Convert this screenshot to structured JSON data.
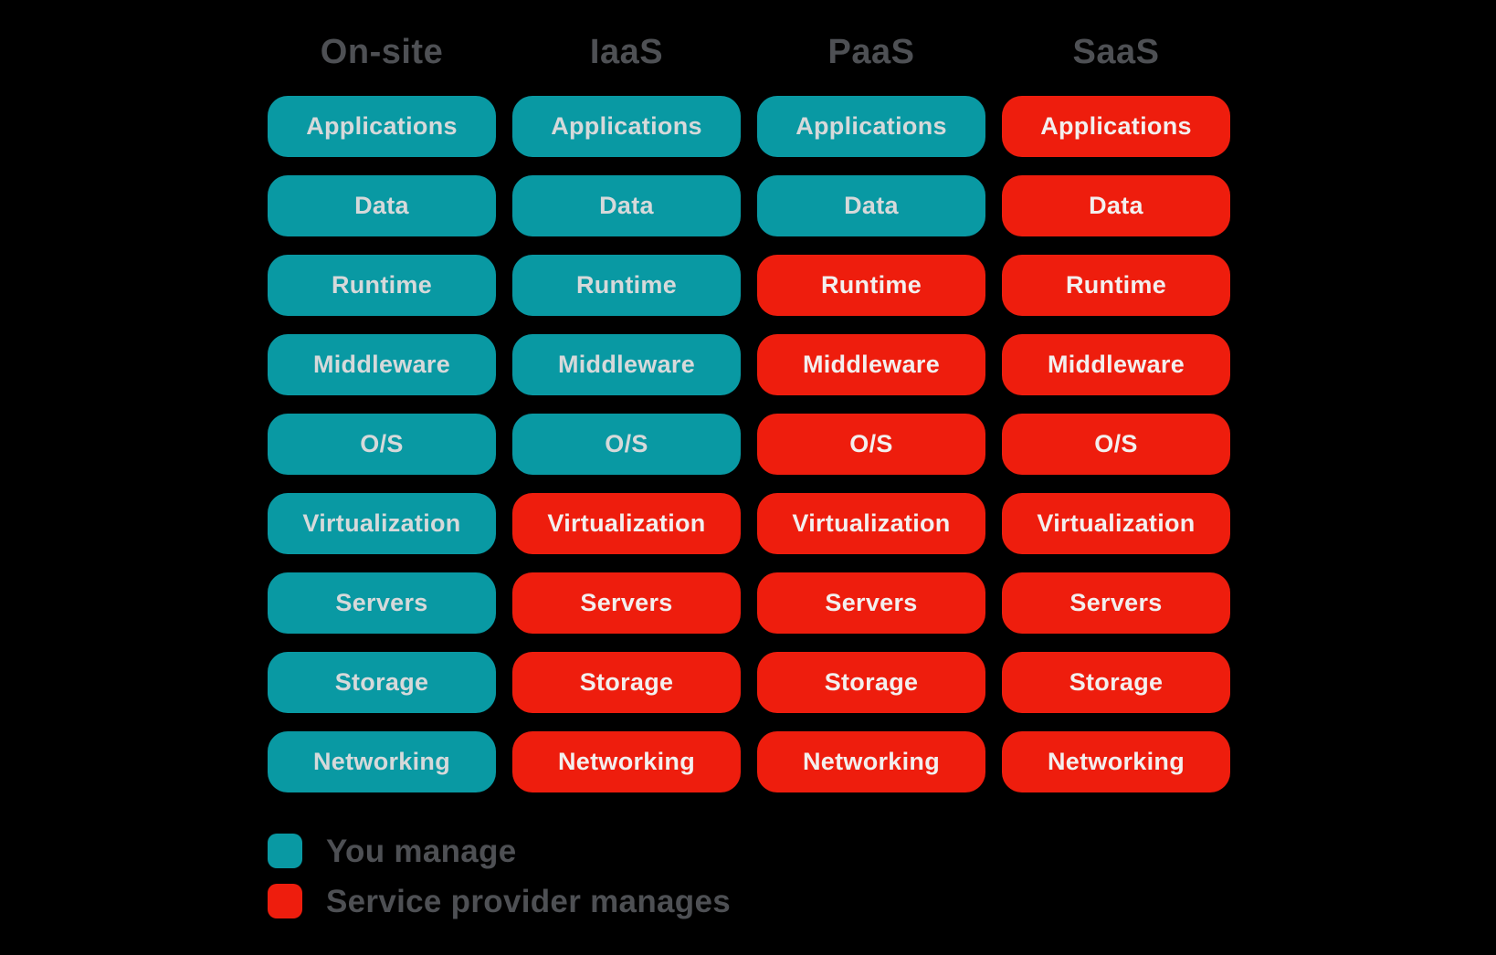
{
  "colors": {
    "background": "#000000",
    "teal": "#0999a3",
    "red": "#ee1d0d",
    "header_text": "#4e5054",
    "pill_text_you": "#d6d9da",
    "pill_text_provider": "#f3efee"
  },
  "legend": {
    "items": [
      {
        "label": "You manage",
        "manager": "you"
      },
      {
        "label": "Service provider manages",
        "manager": "provider"
      }
    ]
  },
  "columns": [
    {
      "label": "On-site",
      "cells": [
        {
          "label": "Applications",
          "manager": "you"
        },
        {
          "label": "Data",
          "manager": "you"
        },
        {
          "label": "Runtime",
          "manager": "you"
        },
        {
          "label": "Middleware",
          "manager": "you"
        },
        {
          "label": "O/S",
          "manager": "you"
        },
        {
          "label": "Virtualization",
          "manager": "you"
        },
        {
          "label": "Servers",
          "manager": "you"
        },
        {
          "label": "Storage",
          "manager": "you"
        },
        {
          "label": "Networking",
          "manager": "you"
        }
      ]
    },
    {
      "label": "IaaS",
      "cells": [
        {
          "label": "Applications",
          "manager": "you"
        },
        {
          "label": "Data",
          "manager": "you"
        },
        {
          "label": "Runtime",
          "manager": "you"
        },
        {
          "label": "Middleware",
          "manager": "you"
        },
        {
          "label": "O/S",
          "manager": "you"
        },
        {
          "label": "Virtualization",
          "manager": "provider"
        },
        {
          "label": "Servers",
          "manager": "provider"
        },
        {
          "label": "Storage",
          "manager": "provider"
        },
        {
          "label": "Networking",
          "manager": "provider"
        }
      ]
    },
    {
      "label": "PaaS",
      "cells": [
        {
          "label": "Applications",
          "manager": "you"
        },
        {
          "label": "Data",
          "manager": "you"
        },
        {
          "label": "Runtime",
          "manager": "provider"
        },
        {
          "label": "Middleware",
          "manager": "provider"
        },
        {
          "label": "O/S",
          "manager": "provider"
        },
        {
          "label": "Virtualization",
          "manager": "provider"
        },
        {
          "label": "Servers",
          "manager": "provider"
        },
        {
          "label": "Storage",
          "manager": "provider"
        },
        {
          "label": "Networking",
          "manager": "provider"
        }
      ]
    },
    {
      "label": "SaaS",
      "cells": [
        {
          "label": "Applications",
          "manager": "provider"
        },
        {
          "label": "Data",
          "manager": "provider"
        },
        {
          "label": "Runtime",
          "manager": "provider"
        },
        {
          "label": "Middleware",
          "manager": "provider"
        },
        {
          "label": "O/S",
          "manager": "provider"
        },
        {
          "label": "Virtualization",
          "manager": "provider"
        },
        {
          "label": "Servers",
          "manager": "provider"
        },
        {
          "label": "Storage",
          "manager": "provider"
        },
        {
          "label": "Networking",
          "manager": "provider"
        }
      ]
    }
  ]
}
